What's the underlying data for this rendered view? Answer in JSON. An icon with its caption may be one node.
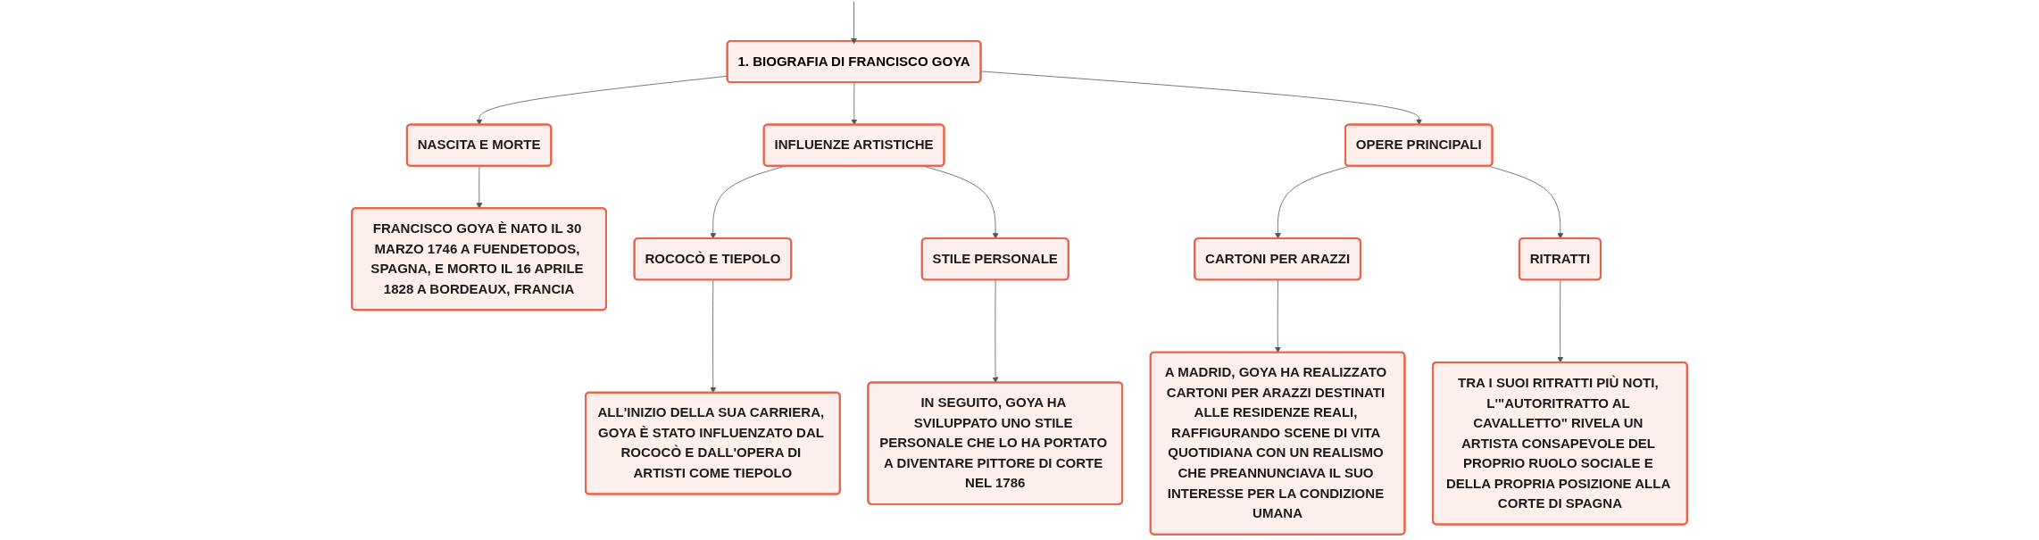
{
  "diagram": {
    "nodes": [
      {
        "text": [
          "1. BIOGRAFIA DI FRANCISCO GOYA"
        ]
      },
      {
        "text": [
          "NASCITA E MORTE"
        ]
      },
      {
        "text": [
          "INFLUENZE ARTISTICHE"
        ]
      },
      {
        "text": [
          "OPERE PRINCIPALI"
        ]
      },
      {
        "text": [
          "FRANCISCO GOYA È NATO IL 30 MARZO 1746 A FUENDETODOS, SPAGNA, E MORTO IL 16 APRILE 1828 A BORDEAUX, FRANCIA"
        ]
      },
      {
        "text": [
          "ROCOCÒ E TIEPOLO"
        ]
      },
      {
        "text": [
          "STILE PERSONALE"
        ]
      },
      {
        "text": [
          "ALL'INIZIO DELLA SUA CARRIERA, GOYA È STATO INFLUENZATO DAL ROCOCÒ E DALL'OPERA DI ARTISTI COME TIEPOLO"
        ]
      },
      {
        "text": [
          "IN SEGUITO, GOYA HA SVILUPPATO UNO STILE PERSONALE CHE LO HA PORTATO A DIVENTARE PITTORE DI CORTE NEL 1786"
        ]
      },
      {
        "text": [
          "CARTONI PER ARAZZI"
        ]
      },
      {
        "text": [
          "RITRATTI"
        ]
      },
      {
        "text": [
          "A MADRID, GOYA HA REALIZZATO CARTONI PER ARAZZI DESTINATI ALLE RESIDENZE REALI, RAFFIGURANDO SCENE DI VITA QUOTIDIANA CON UN REALISMO CHE PREANNUNCIAVA IL SUO INTERESSE PER LA CONDIZIONE UMANA"
        ]
      },
      {
        "text": [
          "TRA I SUOI RITRATTI PIÙ NOTI, L'\"AUTORITRATTO AL CAVALLETTO\" RIVELA UN ARTISTA CONSAPEVOLE DEL PROPRIO RUOLO SOCIALE E DELLA PROPRIA POSIZIONE ALLA CORTE DI SPAGNA"
        ]
      }
    ],
    "edges": [
      {
        "from": null,
        "to": 0,
        "arrow": "to"
      },
      {
        "from": 0,
        "to": 1,
        "arrow": "to"
      },
      {
        "from": 0,
        "to": 2,
        "arrow": "to"
      },
      {
        "from": 0,
        "to": 3,
        "arrow": "to"
      },
      {
        "from": 1,
        "to": 4,
        "arrow": "to"
      },
      {
        "from": 2,
        "to": 5,
        "arrow": "to"
      },
      {
        "from": 2,
        "to": 6,
        "arrow": "to"
      },
      {
        "from": 5,
        "to": 7,
        "arrow": "to"
      },
      {
        "from": 6,
        "to": 8,
        "arrow": "to"
      },
      {
        "from": 3,
        "to": 9,
        "arrow": "to"
      },
      {
        "from": 3,
        "to": 10,
        "arrow": "to"
      },
      {
        "from": 9,
        "to": 11,
        "arrow": "to"
      },
      {
        "from": 10,
        "to": 12,
        "arrow": "to"
      }
    ]
  }
}
